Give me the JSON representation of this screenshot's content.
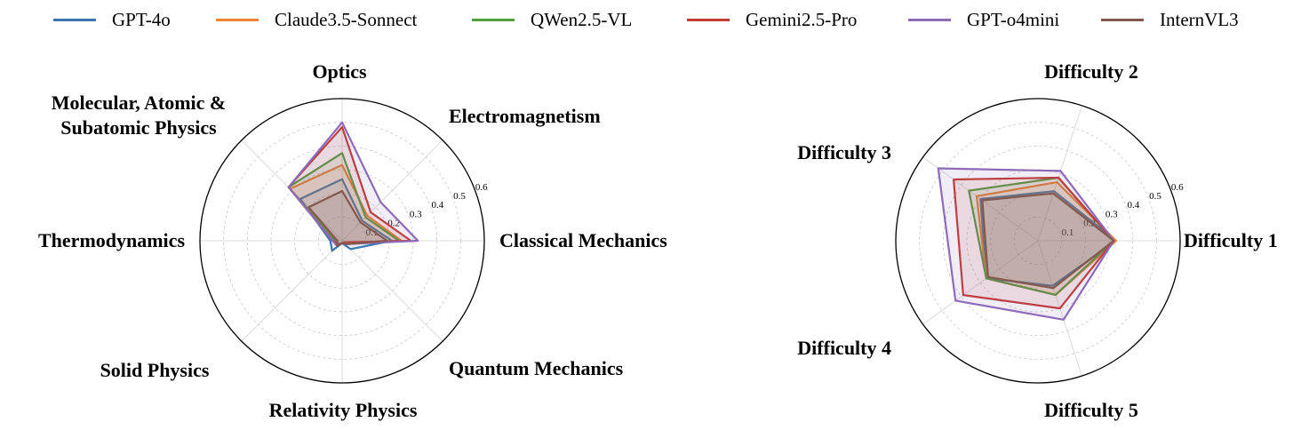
{
  "chart_data": [
    {
      "type": "radar",
      "axes": [
        "Classical Mechanics",
        "Electromagnetism",
        "Optics",
        "Molecular, Atomic & Subatomic Physics",
        "Thermodynamics",
        "Solid Physics",
        "Relativity Physics",
        "Quantum Mechanics"
      ],
      "rlim": [
        0,
        0.6
      ],
      "rticks": [
        "0.1",
        "0.2",
        "0.3",
        "0.4",
        "0.5",
        "0.6"
      ],
      "grid": true,
      "series": [
        {
          "name": "GPT-4o",
          "values": [
            0.21,
            0.12,
            0.26,
            0.25,
            0.05,
            0.06,
            0.01,
            0.05
          ]
        },
        {
          "name": "Claude3.5-Sonnect",
          "values": [
            0.25,
            0.15,
            0.32,
            0.31,
            0.04,
            0.03,
            0.01,
            0.02
          ]
        },
        {
          "name": "QWen2.5-VL",
          "values": [
            0.24,
            0.14,
            0.37,
            0.32,
            0.03,
            0.03,
            0.01,
            0.02
          ]
        },
        {
          "name": "Gemini2.5-Pro",
          "values": [
            0.29,
            0.17,
            0.48,
            0.32,
            0.04,
            0.02,
            0.01,
            0.01
          ]
        },
        {
          "name": "GPT-o4mini",
          "values": [
            0.32,
            0.23,
            0.5,
            0.32,
            0.04,
            0.03,
            0.01,
            0.02
          ]
        },
        {
          "name": "InternVL3",
          "values": [
            0.19,
            0.11,
            0.21,
            0.2,
            0.02,
            0.03,
            0.01,
            0.02
          ]
        }
      ]
    },
    {
      "type": "radar",
      "axes": [
        "Difficulty 1",
        "Difficulty 2",
        "Difficulty 3",
        "Difficulty 4",
        "Difficulty 5"
      ],
      "rlim": [
        0,
        0.6
      ],
      "rticks": [
        "0.1",
        "0.2",
        "0.3",
        "0.4",
        "0.5",
        "0.6"
      ],
      "grid": true,
      "series": [
        {
          "name": "GPT-4o",
          "values": [
            0.33,
            0.22,
            0.3,
            0.27,
            0.2
          ]
        },
        {
          "name": "Claude3.5-Sonnect",
          "values": [
            0.33,
            0.26,
            0.32,
            0.27,
            0.24
          ]
        },
        {
          "name": "QWen2.5-VL",
          "values": [
            0.32,
            0.28,
            0.36,
            0.27,
            0.24
          ]
        },
        {
          "name": "Gemini2.5-Pro",
          "values": [
            0.32,
            0.28,
            0.44,
            0.39,
            0.3
          ]
        },
        {
          "name": "GPT-o4mini",
          "values": [
            0.32,
            0.31,
            0.52,
            0.43,
            0.35
          ]
        },
        {
          "name": "InternVL3",
          "values": [
            0.32,
            0.21,
            0.29,
            0.26,
            0.21
          ]
        }
      ]
    }
  ],
  "legend": {
    "placement": "top",
    "items": [
      {
        "label": "GPT-4o",
        "color": "#3b76af"
      },
      {
        "label": "Claude3.5-Sonnect",
        "color": "#ef8636"
      },
      {
        "label": "QWen2.5-VL",
        "color": "#519e3e"
      },
      {
        "label": "Gemini2.5-Pro",
        "color": "#c43932"
      },
      {
        "label": "GPT-o4mini",
        "color": "#8d6bb8"
      },
      {
        "label": "InternVL3",
        "color": "#84584e"
      }
    ]
  }
}
